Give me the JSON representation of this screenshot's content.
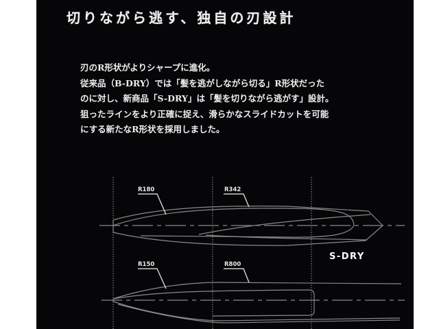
{
  "heading": "切りながら逃す、独自の刃設計",
  "description": {
    "lines": [
      "刃のR形状がよりシャープに進化。",
      "従来品（B-DRY）では「髪を逃がしながら切る」R形状だった",
      "のに対し、新商品「S-DRY」は「髪を切りながら逃がす」設計。",
      "狙ったラインをより正確に捉え、滑らかなスライドカットを可能",
      "にする新たなR形状を採用しました。"
    ]
  },
  "diagram": {
    "top_blade": {
      "labels": [
        "R180",
        "R342"
      ]
    },
    "bottom_blade": {
      "labels": [
        "R150",
        "R800"
      ],
      "product_label": "S-DRY"
    },
    "colors": {
      "background": "#060608",
      "line": "#8a8a8a",
      "text": "#ffffff"
    }
  }
}
